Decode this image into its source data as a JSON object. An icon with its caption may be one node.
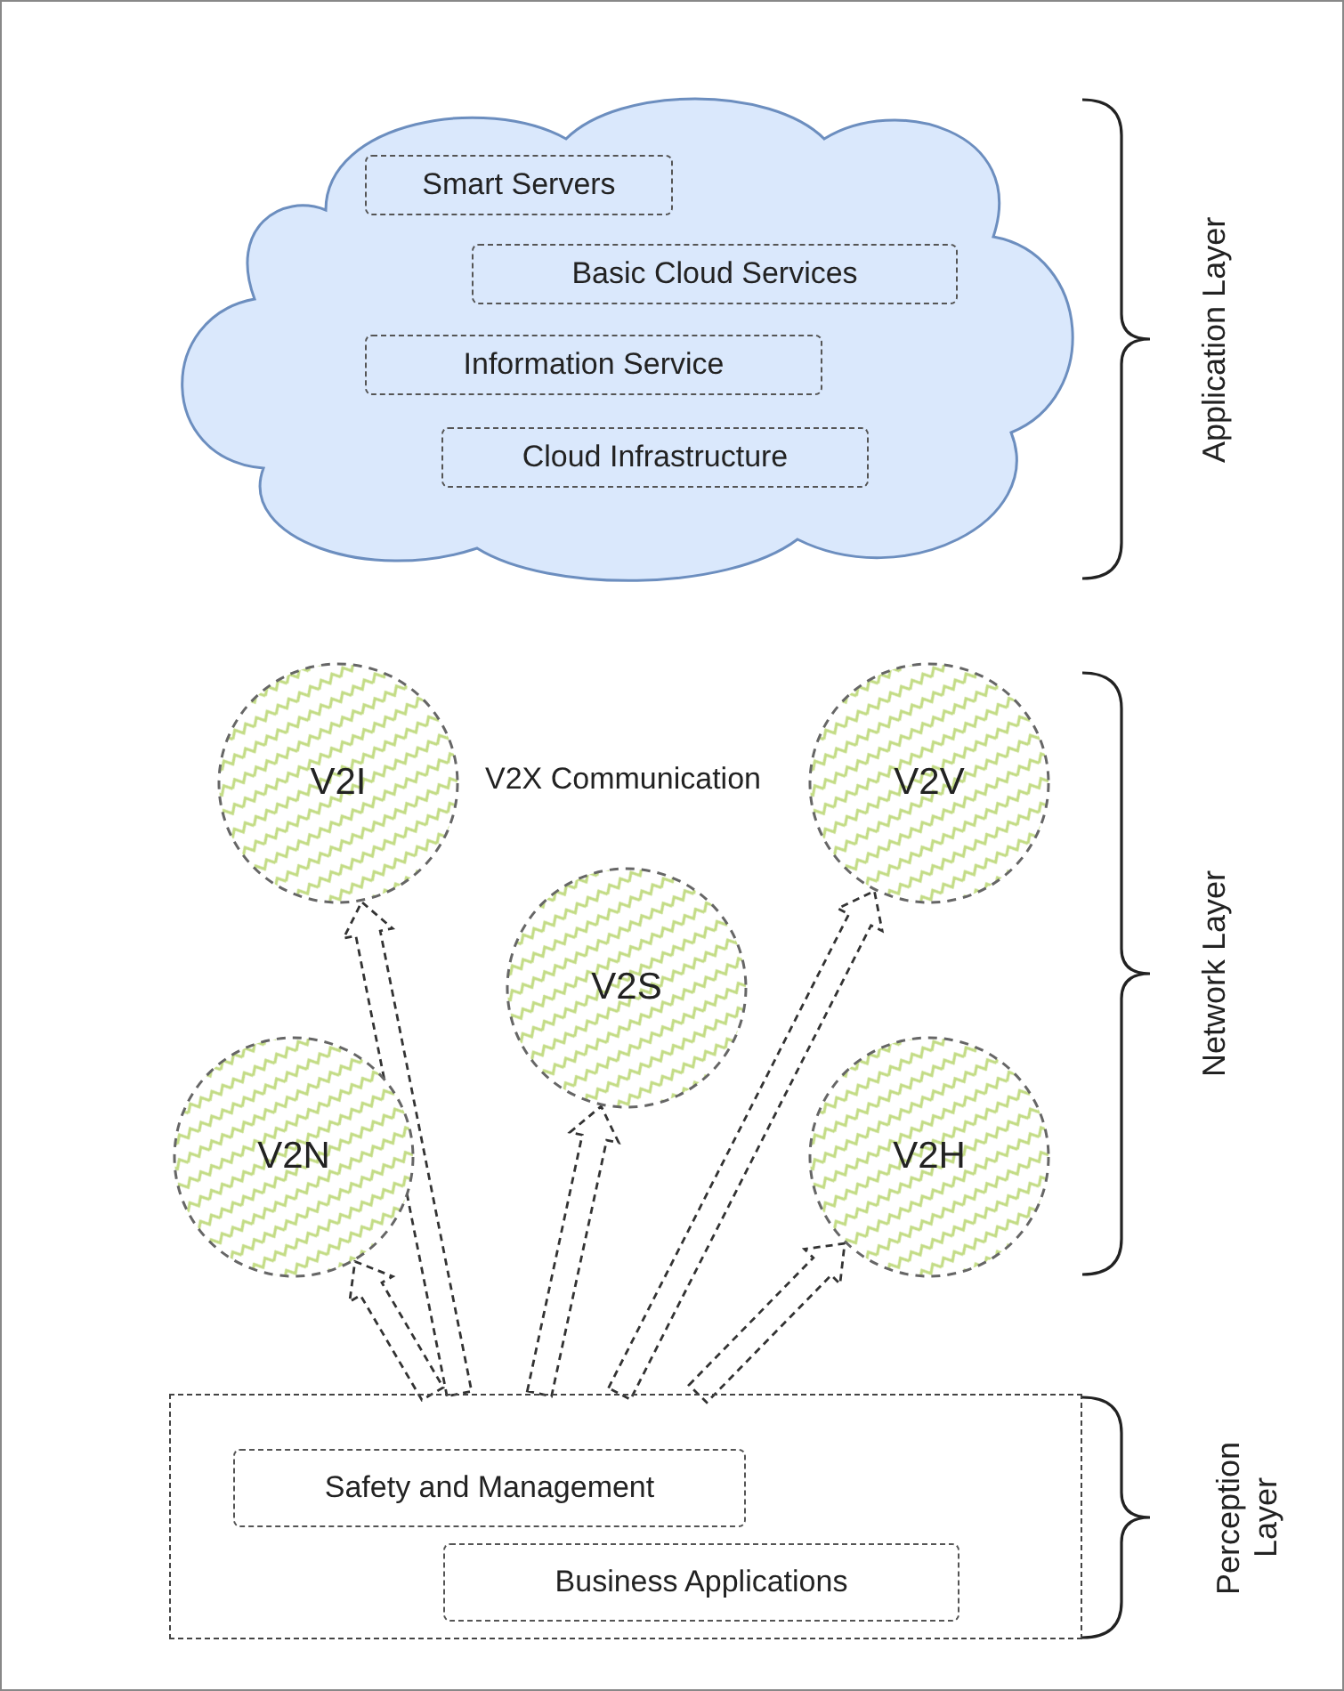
{
  "diagram": {
    "nodes": [
      {
        "text": [],
        "shape": "cloud"
      },
      {
        "text": [
          "Smart Servers"
        ],
        "in": 0
      },
      {
        "text": [
          "Basic Cloud Services"
        ],
        "in": 0
      },
      {
        "text": [
          "Information Service"
        ],
        "in": 0
      },
      {
        "text": [
          "Cloud Infrastructure"
        ],
        "in": 0
      },
      {
        "text": [
          "V2I"
        ]
      },
      {
        "text": [
          "V2V"
        ]
      },
      {
        "text": [
          "V2S"
        ]
      },
      {
        "text": [
          "V2N"
        ]
      },
      {
        "text": [
          "V2H"
        ]
      },
      {
        "text": [],
        "shape": "box"
      },
      {
        "text": [
          "Safety and Management"
        ],
        "in": 10
      },
      {
        "text": [
          "Business Applications"
        ],
        "in": 10
      }
    ],
    "edges": [
      {
        "from": 10,
        "to": 8,
        "arrow": "to",
        "style": "dashed"
      },
      {
        "from": 10,
        "to": 5,
        "arrow": "to",
        "style": "dashed"
      },
      {
        "from": 10,
        "to": 7,
        "arrow": "to",
        "style": "dashed"
      },
      {
        "from": 10,
        "to": 6,
        "arrow": "to",
        "style": "dashed"
      },
      {
        "from": 10,
        "to": 9,
        "arrow": "to",
        "style": "dashed"
      }
    ],
    "labels": [
      "Application Layer",
      "V2X Communication",
      "Network Layer",
      "Perception Layer"
    ]
  }
}
